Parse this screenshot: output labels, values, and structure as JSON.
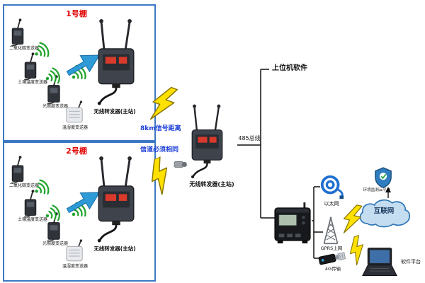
{
  "greenhouse1": {
    "title": "1号棚",
    "sensors": {
      "co2": "二氧化碳变送器",
      "soil": "土壤温度变送器",
      "light": "光照度变送器",
      "temp_humidity": "温湿度变送器"
    },
    "repeater_label": "无线转发器(主站)"
  },
  "greenhouse2": {
    "title": "2号棚",
    "sensors": {
      "co2": "二氧化碳变送器",
      "soil": "土壤温度变送器",
      "light": "光照度变送器",
      "temp_humidity": "温湿度变送器"
    },
    "repeater_label": "无线转发器(主站)"
  },
  "center": {
    "distance_note": "8km信号距离",
    "channel_note": "信道必须相同",
    "repeater_label": "无线转发器(主站)",
    "bus_label": "485总线"
  },
  "right": {
    "host_software": "上位机软件",
    "ethernet_label": "以太网",
    "gprs_label": "GPRS上网",
    "lte_label": "4G传输",
    "internet_label": "互联网",
    "cloud_platform_label": "环境监测云平台",
    "software_platform_label": "软件平台"
  },
  "colors": {
    "box_border": "#3b78c3",
    "title_red": "#e00000",
    "note_blue": "#1b3ed6",
    "wifi_green": "#1fa32a",
    "bolt_yellow": "#ffe100",
    "arrow_blue": "#2e9bd6",
    "cloud_fill": "#c5ddf0",
    "cloud_stroke": "#2e75b6"
  }
}
